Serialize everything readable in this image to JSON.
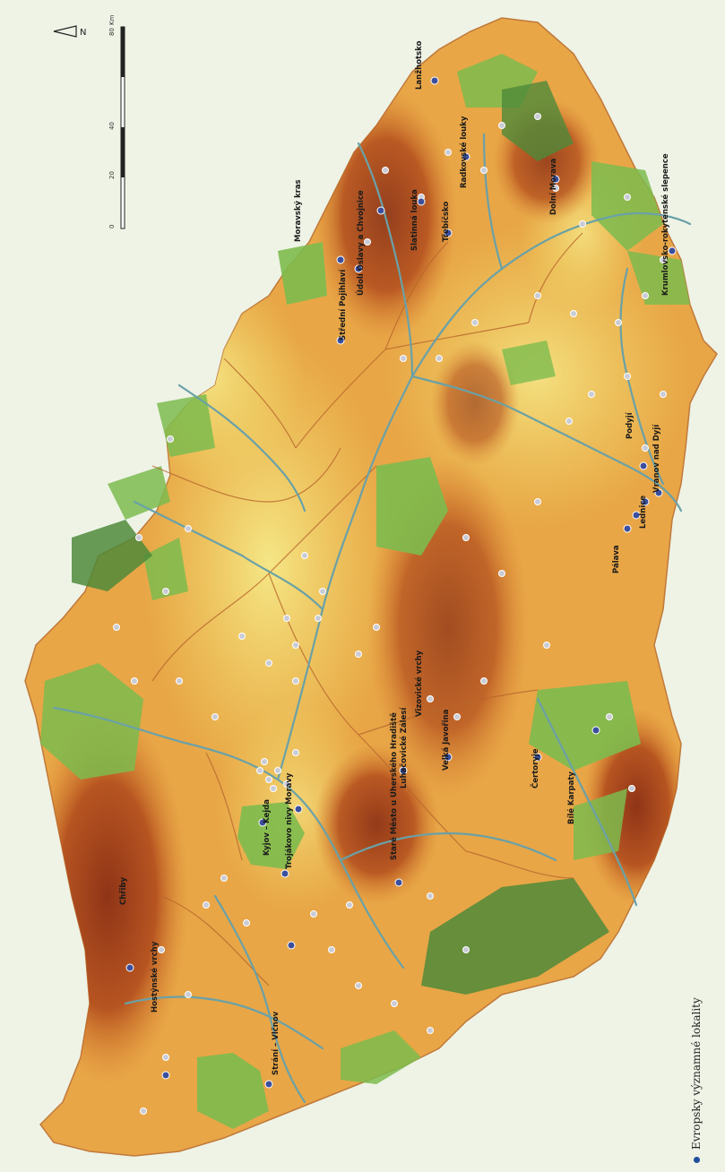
{
  "legend": {
    "dot_color": "#1f4e9c",
    "label": "Evropsky významné lokality"
  },
  "scale": {
    "ticks": [
      "0",
      "20",
      "40",
      "80"
    ],
    "unit": "Km"
  },
  "colors": {
    "background": "#eef3e6",
    "lowland": "#f1df6a",
    "hills": "#e59a3b",
    "mountains": "#9c3a1a",
    "protected_area": "#7dbb4e",
    "protected_area_dark": "#4f8a3a",
    "river": "#6aa1a7",
    "boundary": "#b8662c",
    "site_major": "#3b4f9c",
    "site_minor": "#c9ccd6"
  },
  "sites": [
    {
      "name": "Hostýnské vrchy",
      "kind": "major"
    },
    {
      "name": "Chřiby",
      "kind": "major"
    },
    {
      "name": "Trojákovo nivy Moravy",
      "kind": "major"
    },
    {
      "name": "Kyjov – Kejda",
      "kind": "major"
    },
    {
      "name": "Strání – Vlčnov",
      "kind": "major"
    },
    {
      "name": "Bílé Karpaty",
      "kind": "major"
    },
    {
      "name": "Staré Město u Uherského Hradiště",
      "kind": "major"
    },
    {
      "name": "Luhačovické Zálesí",
      "kind": "major"
    },
    {
      "name": "Vizovické vrchy",
      "kind": "major"
    },
    {
      "name": "Velká Javořina",
      "kind": "major"
    },
    {
      "name": "Čertoryje",
      "kind": "major"
    },
    {
      "name": "Pálava",
      "kind": "major"
    },
    {
      "name": "Lednice",
      "kind": "major"
    },
    {
      "name": "Vranov nad Dyjí",
      "kind": "major"
    },
    {
      "name": "Podyjí",
      "kind": "major"
    },
    {
      "name": "Krumlovsko-rokytenské slepence",
      "kind": "major"
    },
    {
      "name": "Střední Pojihlaví",
      "kind": "major"
    },
    {
      "name": "Údolí Oslavy a Chvojnice",
      "kind": "major"
    },
    {
      "name": "Moravský kras",
      "kind": "major"
    },
    {
      "name": "Slatinná louka",
      "kind": "major"
    },
    {
      "name": "Třebíčsko",
      "kind": "major"
    },
    {
      "name": "Radkovské louky",
      "kind": "major"
    },
    {
      "name": "Dolní Morava",
      "kind": "major"
    },
    {
      "name": "Lanžhotsko",
      "kind": "major"
    }
  ]
}
